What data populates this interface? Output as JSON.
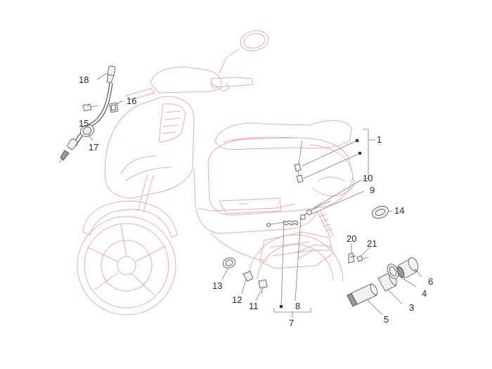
{
  "callouts": {
    "c1": "1",
    "c3": "3",
    "c4": "4",
    "c5": "5",
    "c6": "6",
    "c7": "7",
    "c8": "8",
    "c9": "9",
    "c10": "10",
    "c11": "11",
    "c12": "12",
    "c13": "13",
    "c14": "14",
    "c15": "15",
    "c16": "16",
    "c17": "17",
    "c18": "18",
    "c20": "20",
    "c21": "21"
  },
  "colors": {
    "scooter_outline": "#e9a9b0",
    "part_outline": "#6a6a6a",
    "label_text": "#2a2a2a"
  }
}
